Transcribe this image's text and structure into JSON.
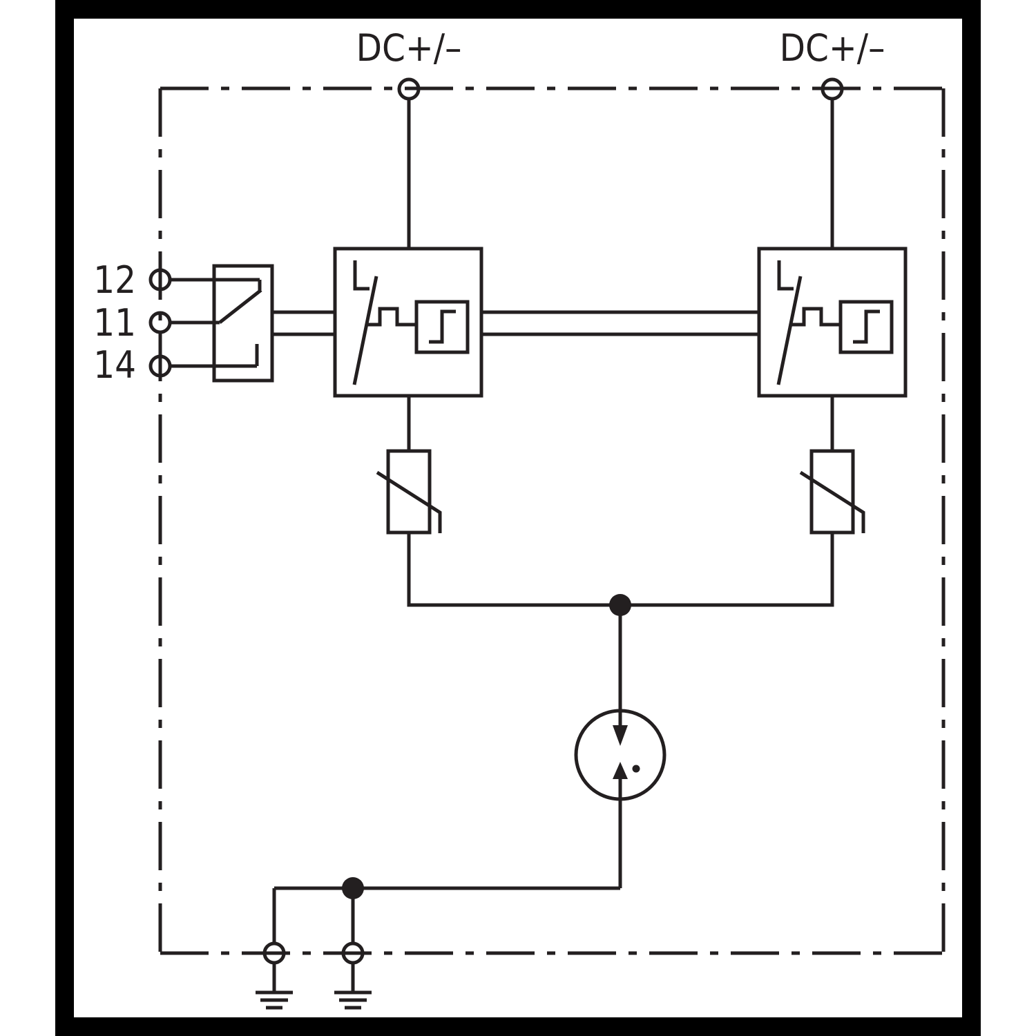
{
  "labels": {
    "terminal_dc_left": "DC+/–",
    "terminal_dc_right": "DC+/–",
    "contact_12": "12",
    "contact_11": "11",
    "contact_14": "14"
  },
  "colors": {
    "frame": "#000000",
    "ink": "#231f20",
    "background": "#ffffff"
  }
}
